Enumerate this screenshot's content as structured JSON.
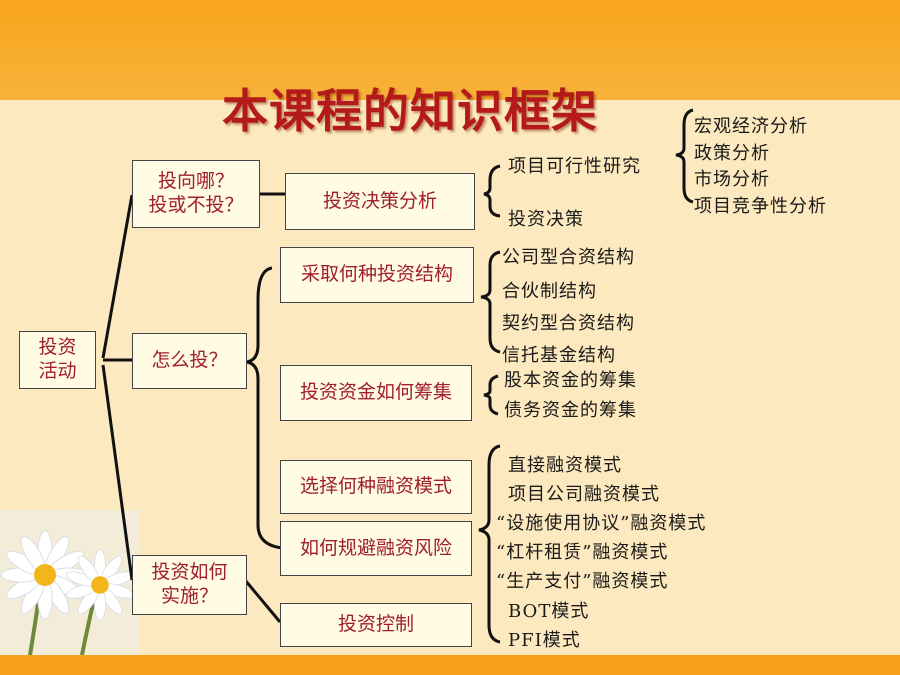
{
  "title": "本课程的知识框架",
  "root": "投资\n活动",
  "level1": {
    "where": "投向哪？\n投或不投？",
    "how": "怎么投？",
    "implement": "投资如何\n实施？"
  },
  "level2": {
    "decision": "投资决策分析",
    "structure": "采取何种投资结构",
    "funding": "投资资金如何筹集",
    "finance_mode": "选择何种融资模式",
    "risk": "如何规避融资风险",
    "control": "投资控制"
  },
  "decision_items": [
    "项目可行性研究",
    "投资决策"
  ],
  "feasibility_items": [
    "宏观经济分析",
    "政策分析",
    "市场分析",
    "项目竞争性分析"
  ],
  "structure_items": [
    "公司型合资结构",
    "合伙制结构",
    "契约型合资结构",
    "信托基金结构"
  ],
  "funding_items": [
    "股本资金的筹集",
    "债务资金的筹集"
  ],
  "finance_mode_items": [
    "直接融资模式",
    "项目公司融资模式",
    "“设施使用协议”融资模式",
    "“杠杆租赁”融资模式",
    "“生产支付”融资模式",
    "BOT模式",
    "PFI模式"
  ]
}
